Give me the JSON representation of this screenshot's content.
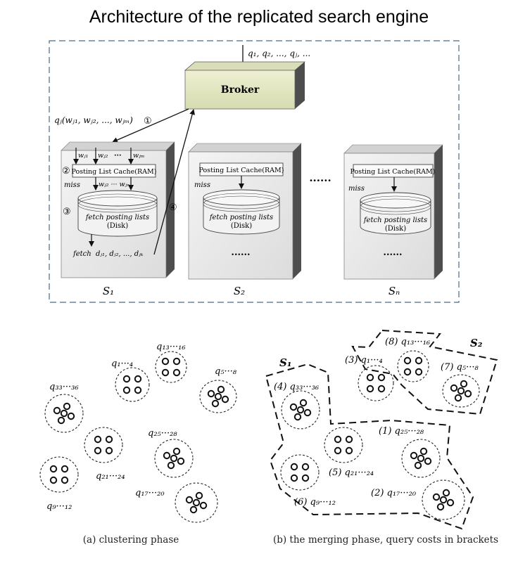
{
  "title": "Architecture of the replicated search engine",
  "architecture": {
    "query_stream": "q₁, q₂, ..., qⱼ, ...",
    "broker_label": "Broker",
    "query_terms": "qⱼ(wⱼ₁, wⱼ₂, ..., wⱼₘ)",
    "step1": "①",
    "step2": "②",
    "step3": "③",
    "step4": "④",
    "terms_row": [
      "wⱼ₁",
      "wⱼ₂",
      "···",
      "wⱼₘ"
    ],
    "cache_label": "Posting List Cache(RAM)",
    "miss_label": "miss",
    "miss_terms": "wⱼ₂ ··· wⱼᵣ",
    "disk_line1": "fetch posting lists",
    "disk_line2": "(Disk)",
    "fetch_label": "fetch",
    "fetch_docs": "dⱼ₁, dⱼ₂, ..., dⱼₖ",
    "continuation": "......",
    "between_servers": "......",
    "servers": [
      "S₁",
      "S₂",
      "Sₙ"
    ]
  },
  "clustering": {
    "clusters": [
      "q₁₃···₁₆",
      "q₁···₄",
      "q₅···₈",
      "q₃₃···₃₆",
      "q₂₅···₂₈",
      "q₂₁···₂₄",
      "q₉···₁₂",
      "q₁₇···₂₀"
    ],
    "caption": "(a) clustering phase"
  },
  "merging": {
    "group_labels": [
      "S₁",
      "S₂"
    ],
    "clusters": [
      "(8) q₁₃···₁₆",
      "(3) q₁···₄",
      "(7) q₅···₈",
      "(4) q₃₃···₃₆",
      "(1) q₂₅···₂₈",
      "(5) q₂₁···₂₄",
      "(6) q₉···₁₂",
      "(2) q₁₇···₂₀"
    ],
    "caption": "(b) the merging phase, query costs in brackets"
  }
}
